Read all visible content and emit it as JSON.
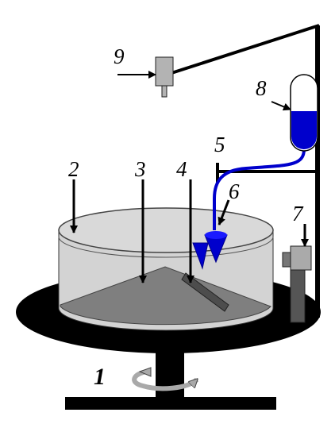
{
  "labels": {
    "l1": "1",
    "l2": "2",
    "l3": "3",
    "l4": "4",
    "l5": "5",
    "l6": "6",
    "l7": "7",
    "l8": "8",
    "l9": "9"
  },
  "colors": {
    "water": "#d3d3d3",
    "material": "#808080",
    "material_dark": "#4d4d4d",
    "turntable": "#000000",
    "liquid": "#0000cc",
    "probe": "#808080",
    "frame": "#000000",
    "background": "#ffffff"
  },
  "icons": {
    "rotation": "curved-rotation-arrow-icon"
  }
}
